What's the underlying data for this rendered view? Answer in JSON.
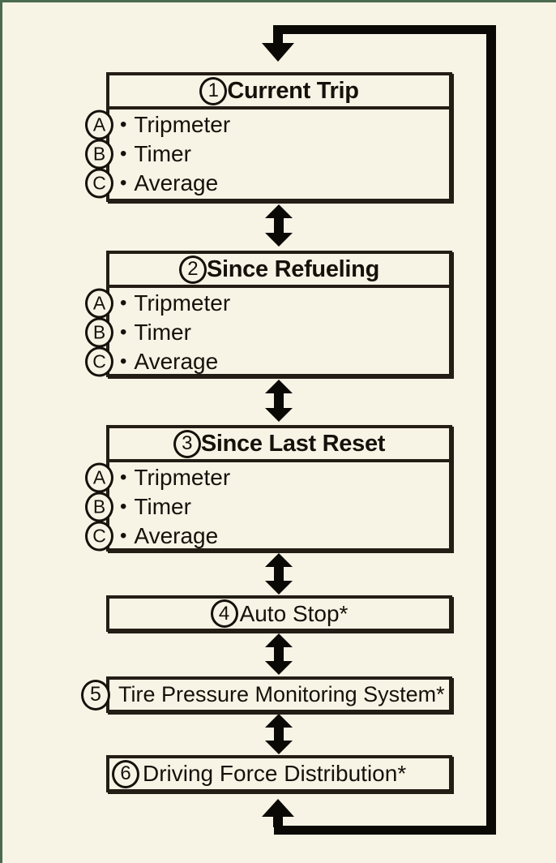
{
  "theme": {
    "background": "#f8f4e5",
    "frame_color": "#4a6b50",
    "arrow_color": "#0b0905",
    "box_border_color": "#241d16",
    "text_color": "#16110b"
  },
  "bullet_glyph": "•",
  "menus": [
    {
      "number": "1",
      "title": "Current Trip",
      "items": [
        {
          "letter": "A",
          "label": "Tripmeter"
        },
        {
          "letter": "B",
          "label": "Timer"
        },
        {
          "letter": "C",
          "label": "Average"
        }
      ]
    },
    {
      "number": "2",
      "title": "Since Refueling",
      "items": [
        {
          "letter": "A",
          "label": "Tripmeter"
        },
        {
          "letter": "B",
          "label": "Timer"
        },
        {
          "letter": "C",
          "label": "Average"
        }
      ]
    },
    {
      "number": "3",
      "title": "Since Last Reset",
      "items": [
        {
          "letter": "A",
          "label": "Tripmeter"
        },
        {
          "letter": "B",
          "label": "Timer"
        },
        {
          "letter": "C",
          "label": "Average"
        }
      ]
    },
    {
      "number": "4",
      "title": "Auto Stop*",
      "items": []
    },
    {
      "number": "5",
      "title": "Tire Pressure Monitoring System*",
      "items": []
    },
    {
      "number": "6",
      "title": "Driving Force Distribution*",
      "items": []
    }
  ]
}
